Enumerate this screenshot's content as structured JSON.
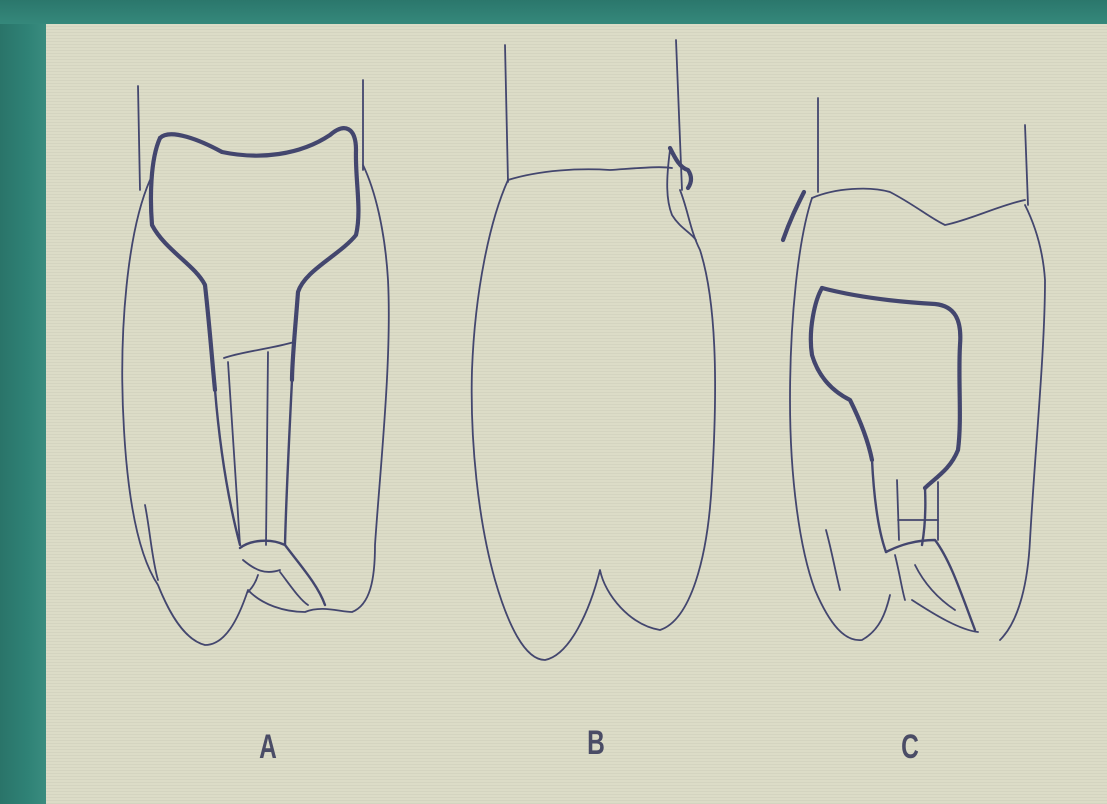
{
  "figure": {
    "labels": [
      "A",
      "B",
      "C"
    ]
  },
  "colors": {
    "background": "#2c7d72",
    "paper": "#dcdcc7",
    "ink": "#43466e"
  }
}
